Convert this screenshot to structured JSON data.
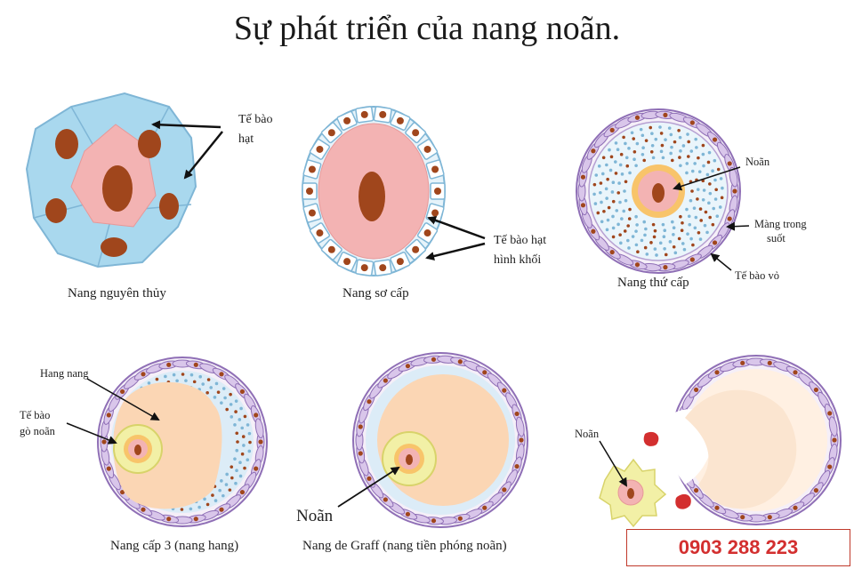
{
  "title": "Sự phát triển của nang noãn.",
  "labels": {
    "te_bao_hat_1": "Tế bào",
    "te_bao_hat_2": "hạt",
    "te_bao_hat_khoi_1": "Tế bào hạt",
    "te_bao_hat_khoi_2": "hình khối",
    "noan_1": "Noãn",
    "mang_trong_suot_1": "Màng trong",
    "mang_trong_suot_2": "suốt",
    "te_bao_vo": "Tế bào vỏ",
    "hang_nang": "Hang nang",
    "te_bao_go_noan_1": "Tế bào",
    "te_bao_go_noan_2": "gò noãn",
    "noan_2": "Noãn",
    "noan_3": "Noãn"
  },
  "captions": {
    "nang_nguyen_thuy": "Nang nguyên thủy",
    "nang_so_cap": "Nang sơ cấp",
    "nang_thu_cap": "Nang thứ cấp",
    "nang_cap_3": "Nang cấp 3 (nang hang)",
    "nang_de_graff": "Nang de Graff (nang tiền phóng noãn)"
  },
  "contact": {
    "phone": "0903 288 223"
  },
  "colors": {
    "granulosa_blue": "#a9d8ee",
    "oocyte_pink": "#f3b3b3",
    "nucleus_brown": "#a0461c",
    "antrum_peach": "#fbd6b4",
    "theca_purple": "#8f6fb6",
    "accent_red": "#d32f2f"
  }
}
